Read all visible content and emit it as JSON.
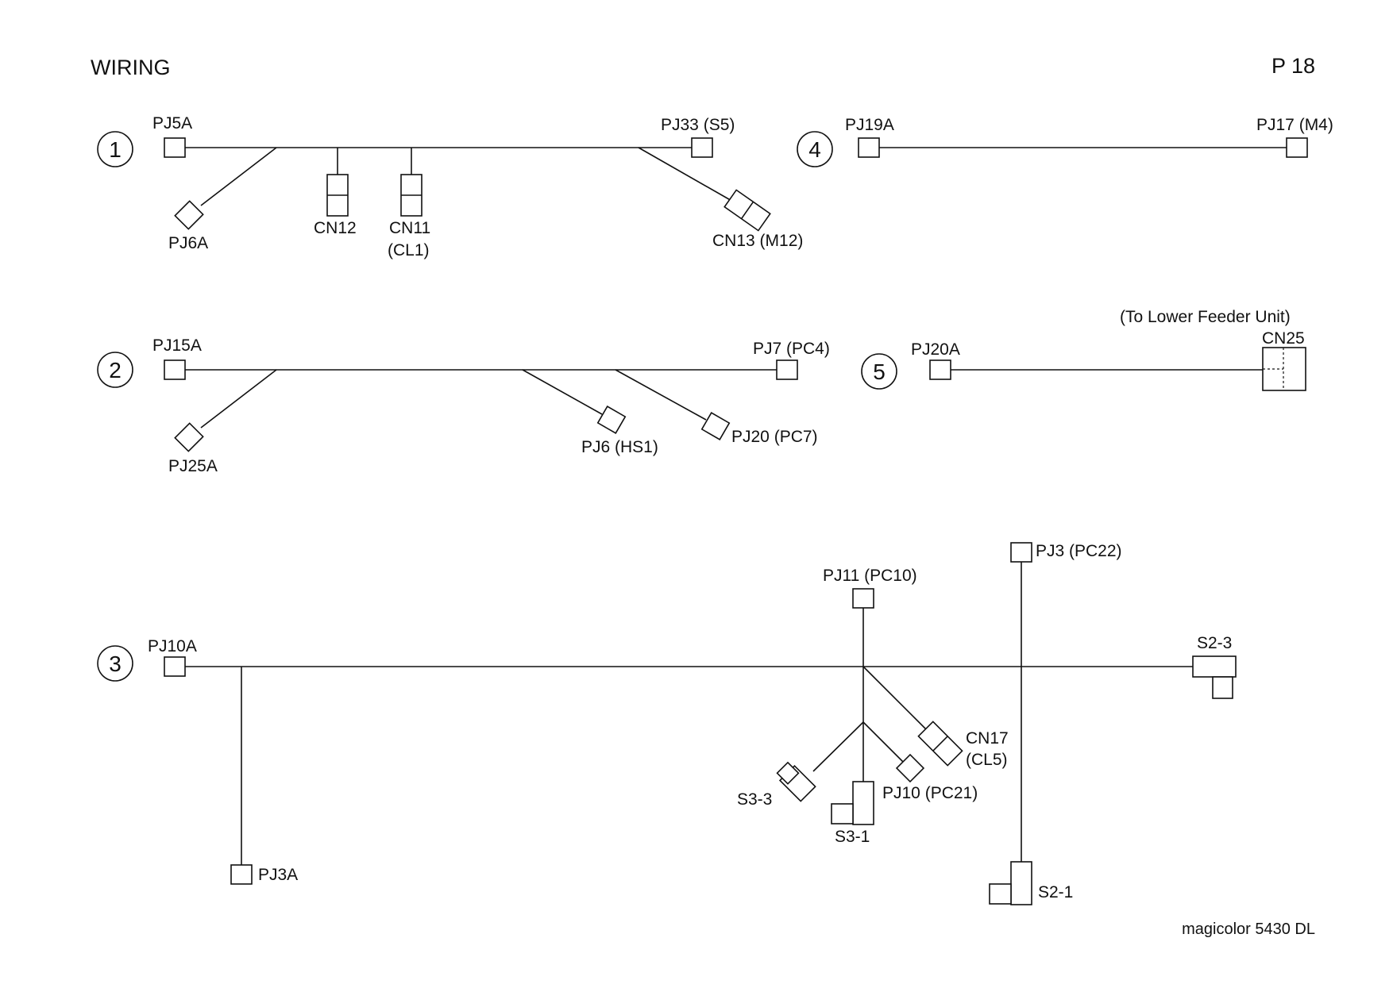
{
  "page": {
    "title": "WIRING",
    "page_number": "P 18",
    "model": "magicolor 5430 DL"
  },
  "harnesses": [
    {
      "id": "1",
      "connectors": {
        "pj5a": "PJ5A",
        "pj33": "PJ33 (S5)",
        "pj6a": "PJ6A",
        "cn12": "CN12",
        "cn11": "CN11",
        "cn11_sub": "(CL1)",
        "cn13": "CN13 (M12)"
      }
    },
    {
      "id": "2",
      "connectors": {
        "pj15a": "PJ15A",
        "pj7": "PJ7 (PC4)",
        "pj25a": "PJ25A",
        "pj6": "PJ6 (HS1)",
        "pj20": "PJ20 (PC7)"
      }
    },
    {
      "id": "3",
      "connectors": {
        "pj10a": "PJ10A",
        "pj3a": "PJ3A",
        "pj11": "PJ11 (PC10)",
        "pj3": "PJ3 (PC22)",
        "s23": "S2-3",
        "cn17": "CN17",
        "cn17_sub": "(CL5)",
        "s33": "S3-3",
        "s31": "S3-1",
        "pj10": "PJ10 (PC21)",
        "s21": "S2-1"
      }
    },
    {
      "id": "4",
      "connectors": {
        "pj19a": "PJ19A",
        "pj17": "PJ17 (M4)"
      }
    },
    {
      "id": "5",
      "connectors": {
        "pj20a": "PJ20A",
        "note": "(To Lower Feeder Unit)",
        "cn25": "CN25"
      }
    }
  ]
}
